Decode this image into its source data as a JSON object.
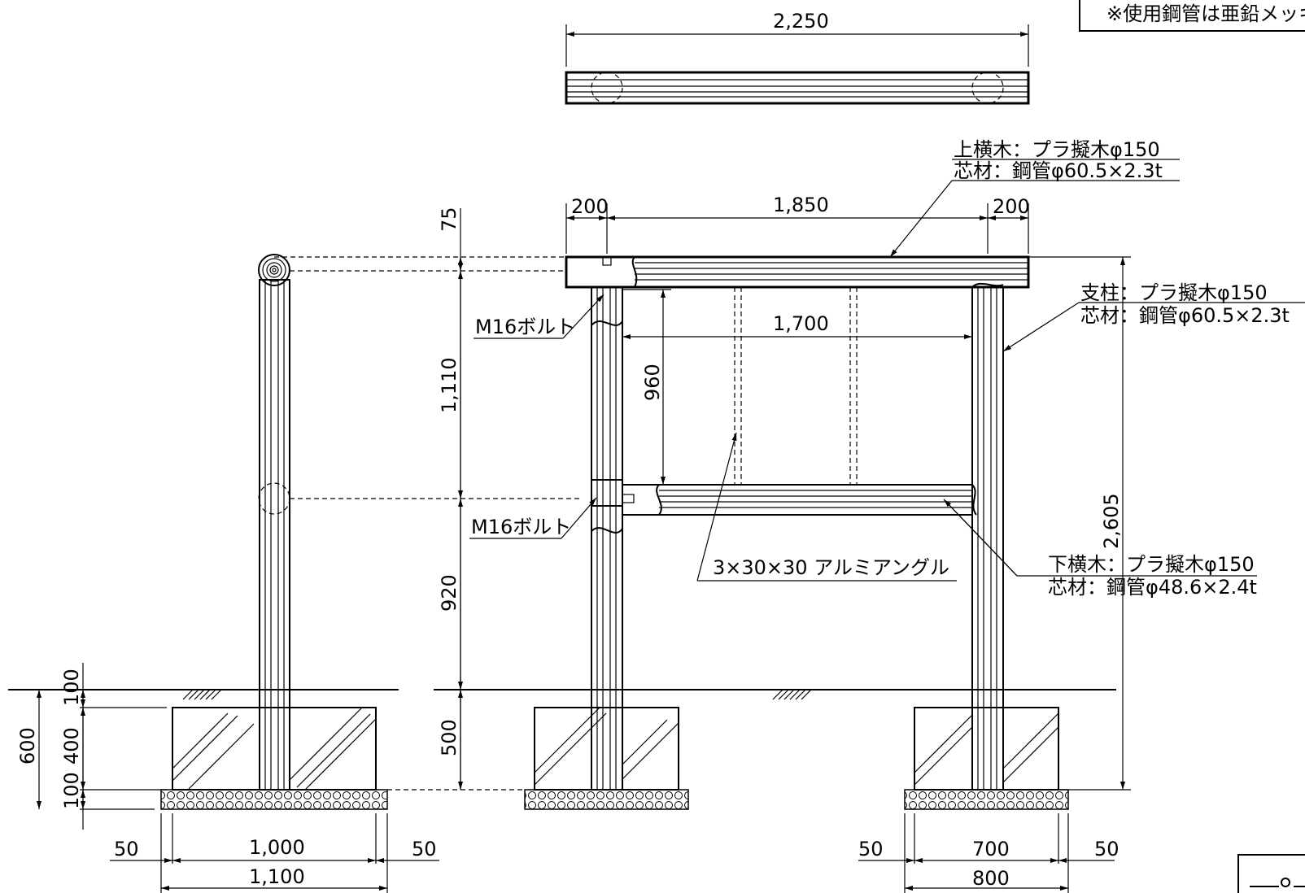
{
  "note_box": "※使用鋼管は亜鉛メッキ品",
  "dims": {
    "top_total": "2,250",
    "top_left": "200",
    "top_mid": "1,850",
    "top_right": "200",
    "inner_span": "1,700",
    "panel_height": "960",
    "v_75": "75",
    "v_1110": "1,110",
    "v_920": "920",
    "v_500": "500",
    "v_2605": "2,605",
    "f_100_top": "100",
    "f_400": "400",
    "f_100_bot": "100",
    "f_600": "600",
    "left_50a": "50",
    "left_1000": "1,000",
    "left_50b": "50",
    "left_1100": "1,100",
    "right_50a": "50",
    "right_700": "700",
    "right_50b": "50",
    "right_800": "800"
  },
  "labels": {
    "top_rail_1": "上横木：プラ擬木φ150",
    "top_rail_2": "芯材：鋼管φ60.5×2.3t",
    "post_1": "支柱：プラ擬木φ150",
    "post_2": "芯材：鋼管φ60.5×2.3t",
    "bottom_rail_1": "下横木：プラ擬木φ150",
    "bottom_rail_2": "芯材：鋼管φ48.6×2.4t",
    "bolt_upper": "M16ボルト",
    "bolt_lower": "M16ボルト",
    "angle": "3×30×30 アルミアングル"
  }
}
